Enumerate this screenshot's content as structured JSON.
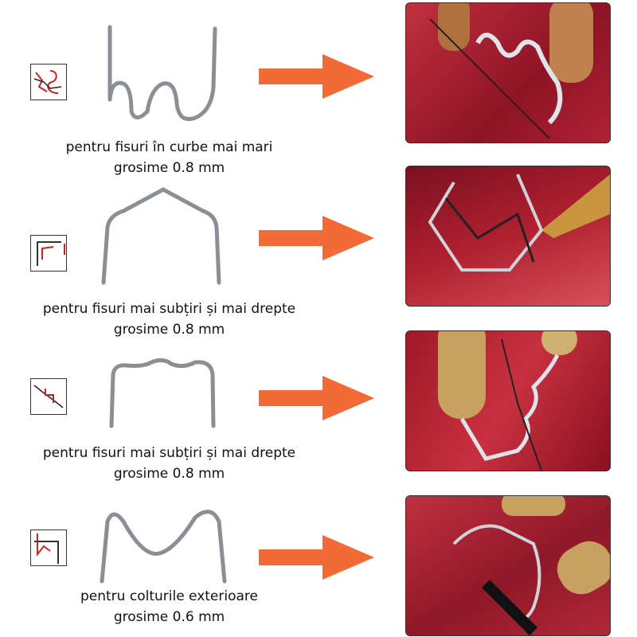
{
  "rows": [
    {
      "line1": "pentru fisuri în curbe mai mari",
      "line2": "grosime 0.8 mm",
      "staple": "wave-staple"
    },
    {
      "line1": "pentru fisuri mai subțiri și mai drepte",
      "line2": "grosime 0.8 mm",
      "staple": "v-staple"
    },
    {
      "line1": "pentru fisuri mai subțiri și mai drepte",
      "line2": "grosime 0.8 mm",
      "staple": "flat-wave-staple"
    },
    {
      "line1": "pentru colturile exterioare",
      "line2": "grosime 0.6 mm",
      "staple": "m-staple"
    }
  ],
  "colors": {
    "arrow": "#f26a35",
    "photo_red": "#a01828",
    "wire": "#9aa0a6"
  }
}
